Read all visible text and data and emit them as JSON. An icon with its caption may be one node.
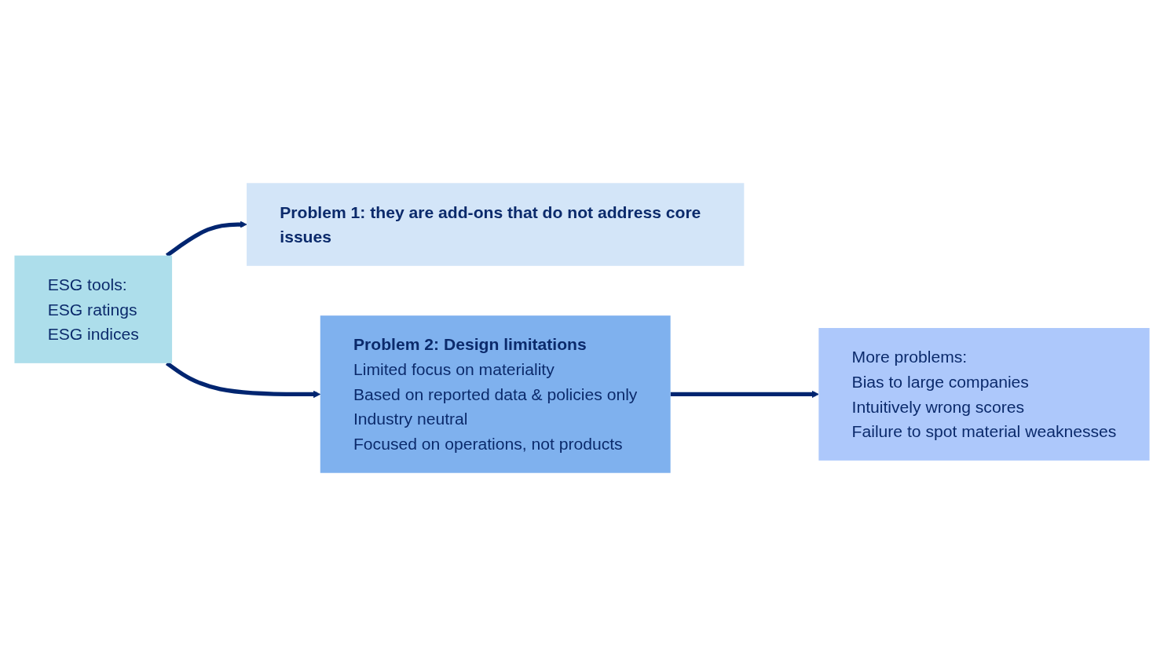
{
  "diagram": {
    "nodes": [
      {
        "text": [
          "ESG tools:",
          "ESG ratings",
          "ESG indices"
        ]
      },
      {
        "text": [
          "Problem 1: they are add-ons that do not address core issues"
        ]
      },
      {
        "text": [
          "Problem 2: Design limitations",
          "Limited focus on materiality",
          "Based on reported data & policies only",
          "Industry neutral",
          "Focused on operations, not products"
        ]
      },
      {
        "text": [
          "More problems:",
          "Bias to large companies",
          "Intuitively wrong scores",
          "Failure to spot material weaknesses"
        ]
      }
    ],
    "edges": [
      {
        "from": 0,
        "to": 1,
        "arrow": "to"
      },
      {
        "from": 0,
        "to": 2,
        "arrow": "to"
      },
      {
        "from": 2,
        "to": 3,
        "arrow": "to"
      }
    ]
  }
}
